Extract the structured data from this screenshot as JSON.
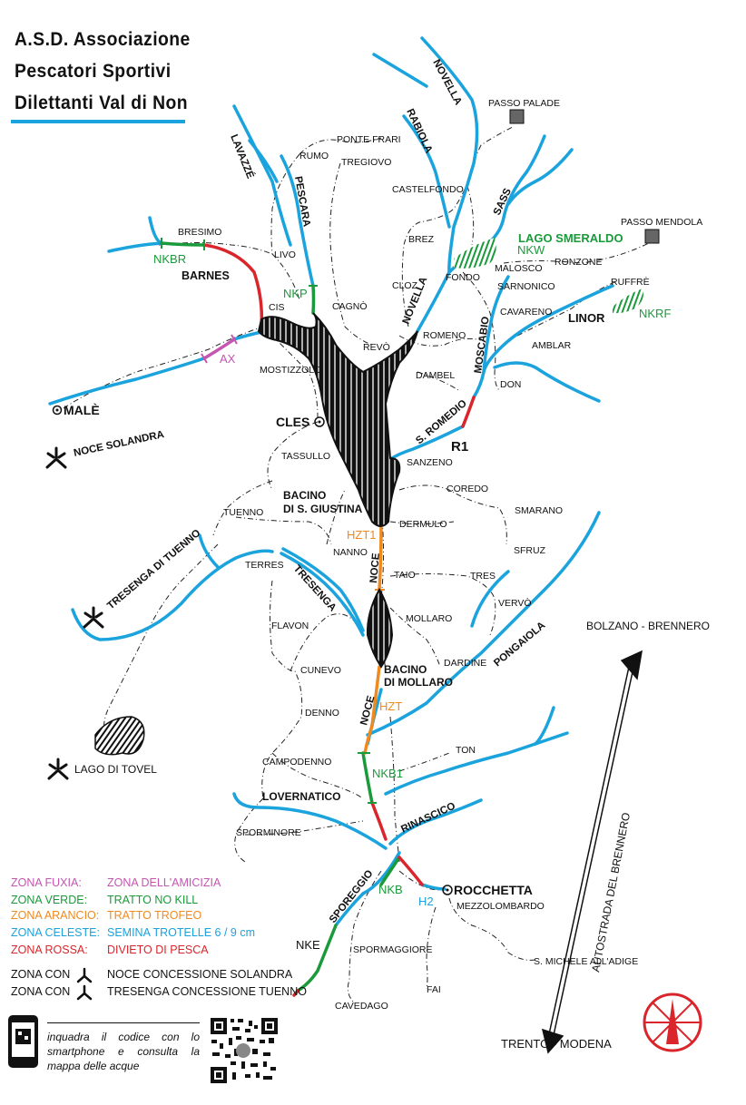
{
  "header": {
    "line1": "A.S.D. Associazione",
    "line2": "Pescatori Sportivi",
    "line3": "Dilettanti Val di Non"
  },
  "colors": {
    "river": "#1aa3dc",
    "fuxia": "#c455b0",
    "green": "#1a9a3a",
    "orange": "#ef8a1e",
    "red": "#d9252b",
    "lake": "#111111"
  },
  "rivers": {
    "novella_top": "NOVELLA",
    "rabiola": "RABIOLA",
    "lavazze": "LAVAZZÉ",
    "pescara": "PESCARA",
    "sass": "SASS",
    "novella": "NOVELLA",
    "moscabio": "MOSCABIO",
    "s_romedio": "S. ROMEDIO",
    "noce1": "NOCE",
    "noce2": "NOCE",
    "tresenga": "TRESENGA",
    "tresenga_tuenno": "TRESENGA DI TUENNO",
    "noce_solandra": "NOCE SOLANDRA",
    "pongaiola": "PONGAIOLA",
    "rinascico": "RINASCICO",
    "spore": "SPOREGGIO",
    "lovernatico": "LOVERNATICO"
  },
  "places": {
    "ponte_frari": "PONTE FRARI",
    "rumo": "RUMO",
    "tregiovo": "TREGIOVO",
    "castelfondo": "CASTELFONDO",
    "passo_palade": "PASSO PALADE",
    "passo_mendola": "PASSO MENDOLA",
    "bresimo": "BRESIMO",
    "barnes": "BARNES",
    "livo": "LIVO",
    "brez": "BREZ",
    "lago_smeraldo": "LAGO SMERALDO",
    "malosco": "MALOSCO",
    "ronzone": "RONZONE",
    "fondo": "FONDO",
    "ruffre": "RUFFRÈ",
    "sarnonico": "SARNONICO",
    "cis": "CIS",
    "cagno": "CAGNÒ",
    "cloz": "CLOZ",
    "cavareno": "CAVARENO",
    "linor": "LINOR",
    "revo": "REVÒ",
    "romeno": "ROMENO",
    "amblar": "AMBLAR",
    "mostizzolo": "MOSTIZZOLO",
    "dambel": "DAMBEL",
    "don": "DON",
    "male": "MALÈ",
    "cles": "CLES",
    "sanzeno": "SANZENO",
    "tassullo": "TASSULLO",
    "coredo": "COREDO",
    "bacino_sg1": "BACINO",
    "bacino_sg2": "DI S. GIUSTINA",
    "smarano": "SMARANO",
    "tuenno": "TUENNO",
    "dermulo": "DERMULO",
    "sfruz": "SFRUZ",
    "nanno": "NANNO",
    "terres": "TERRES",
    "taio": "TAIO",
    "tres": "TRES",
    "vervo": "VERVÒ",
    "flavon": "FLAVON",
    "mollaro": "MOLLARO",
    "dardine": "DARDINE",
    "cunevo": "CUNEVO",
    "bacino_m1": "BACINO",
    "bacino_m2": "DI MOLLARO",
    "denno": "DENNO",
    "lago_tovel": "LAGO DI TOVEL",
    "campodenno": "CAMPODENNO",
    "ton": "TON",
    "lovernatico_v": "LOVERNATICO",
    "sporminore": "SPORMINORE",
    "rocchetta": "ROCCHETTA",
    "mezzolombardo": "MEZZOLOMBARDO",
    "spormaggiore": "SPORMAGGIORE",
    "s_michele": "S. MICHELE ALL'ADIGE",
    "fai": "FAI",
    "cavedago": "CAVEDAGO",
    "bolzano": "BOLZANO - BRENNERO",
    "trento": "TRENTO - MODENA",
    "autostrada": "AUTOSTRADA DEL BRENNERO"
  },
  "zones": {
    "nkbr": "NKBR",
    "nkp": "NKP",
    "nkw": "NKW",
    "nkrf": "NKRF",
    "ax": "AX",
    "r1": "R1",
    "hzt1": "HZT1",
    "hzt": "HZT",
    "nkb1": "NKB1",
    "nkb": "NKB",
    "h2": "H2",
    "nke": "NKE"
  },
  "legend": [
    {
      "key": "ZONA FUXIA:",
      "value": "ZONA DELL'AMICIZIA",
      "color": "#c455b0"
    },
    {
      "key": "ZONA VERDE:",
      "value": "TRATTO NO KILL",
      "color": "#1a9a3a"
    },
    {
      "key": "ZONA ARANCIO:",
      "value": "TRATTO TROFEO",
      "color": "#ef8a1e"
    },
    {
      "key": "ZONA CELESTE:",
      "value": "SEMINA TROTELLE  6 / 9 cm",
      "color": "#1aa3dc"
    },
    {
      "key": "ZONA ROSSA:",
      "value": "DIVIETO DI PESCA",
      "color": "#d9252b"
    }
  ],
  "concessions": [
    {
      "key": "ZONA CON",
      "value": "NOCE CONCESSIONE SOLANDRA"
    },
    {
      "key": "ZONA CON",
      "value": "TRESENGA CONCESSIONE TUENNO"
    }
  ],
  "qr_text": "inquadra il codice con lo smartphone e consulta la mappa delle acque"
}
